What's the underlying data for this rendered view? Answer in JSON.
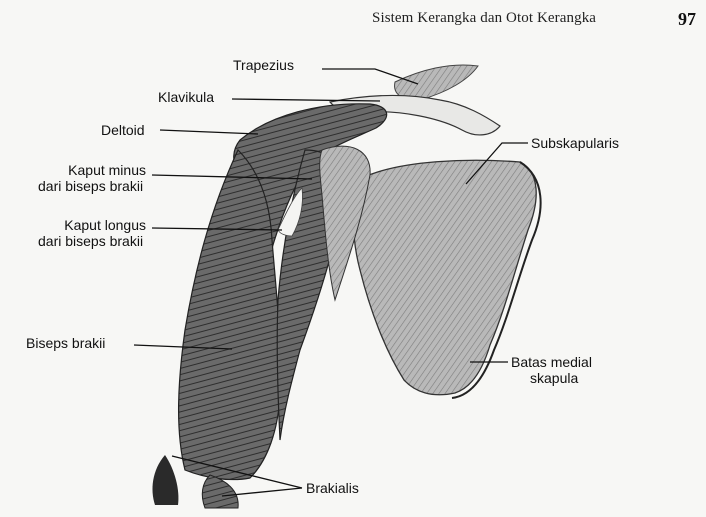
{
  "running_header": "Sistem Kerangka dan Otot Kerangka",
  "page_number": "97",
  "labels": {
    "trapezius": "Trapezius",
    "klavikula": "Klavikula",
    "deltoid": "Deltoid",
    "kaput_minus_1": "Kaput minus",
    "kaput_minus_2": "dari biseps brakii",
    "kaput_longus_1": "Kaput longus",
    "kaput_longus_2": "dari biseps brakii",
    "biseps_brakii": "Biseps brakii",
    "subskapularis": "Subskapularis",
    "batas_medial_1": "Batas medial",
    "batas_medial_2": "skapula",
    "brakialis": "Brakialis"
  }
}
